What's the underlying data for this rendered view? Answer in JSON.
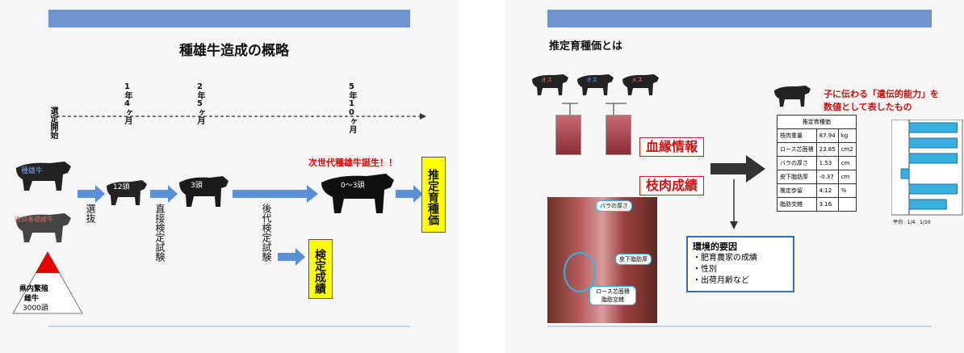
{
  "left": {
    "title": "種雄牛造成の概略",
    "start_label": "選定開始",
    "timeline": [
      {
        "label": "1年4ヶ月"
      },
      {
        "label": "2年5ヶ月"
      },
      {
        "label": "5年10ヶ月"
      }
    ],
    "cows": [
      {
        "label": "種雄牛"
      },
      {
        "label": "改良基礎雌牛"
      },
      {
        "label": "12頭"
      },
      {
        "label": "3頭"
      },
      {
        "label": "0〜3頭"
      }
    ],
    "steps": [
      "選抜",
      "直接検定試験",
      "後代検定試験"
    ],
    "pyramid": {
      "line1": "県内繁殖",
      "line2": "雌牛",
      "line3": "3000頭"
    },
    "next_gen": "次世代種雄牛誕生！！",
    "box_ebv": "推定育種価",
    "box_result": "検定成績"
  },
  "right": {
    "title": "推定育種価とは",
    "cow_tags": [
      "オス",
      "オス",
      "メス"
    ],
    "headline1": "子に伝わる「遺伝的能力」を",
    "headline2": "数値として表したもの",
    "label_pedigree": "血縁情報",
    "label_carcass": "枝肉成績",
    "carcass_labels": [
      "バラの厚さ",
      "皮下脂肪厚",
      "ロース芯面積\n脂肪交雑"
    ],
    "env": {
      "title": "環境的要因",
      "items": [
        "・肥育農家の成績",
        "・性別",
        "・出荷月齢など"
      ]
    },
    "table": {
      "header": "推定育種価",
      "rows": [
        {
          "name": "枝肉重量",
          "value": "87.94",
          "unit": "kg"
        },
        {
          "name": "ロース芯面積",
          "value": "23.85",
          "unit": "cm2"
        },
        {
          "name": "バラの厚さ",
          "value": "1.53",
          "unit": "cm"
        },
        {
          "name": "皮下脂肪厚",
          "value": "-0.37",
          "unit": "cm"
        },
        {
          "name": "推定歩留",
          "value": "4.12",
          "unit": "%"
        },
        {
          "name": "脂肪交雑",
          "value": "3.16",
          "unit": ""
        }
      ]
    },
    "bar_axis": [
      "平均",
      "1/4",
      "1/10"
    ],
    "bars": [
      0.9,
      0.9,
      0.9,
      -0.15,
      0.9,
      0.7
    ]
  },
  "colors": {
    "topbar": "#6f94cf",
    "arrow": "#5b8fd6",
    "red": "#cc1111",
    "yellow": "#ffff00",
    "cyan": "#3ab0e0"
  }
}
